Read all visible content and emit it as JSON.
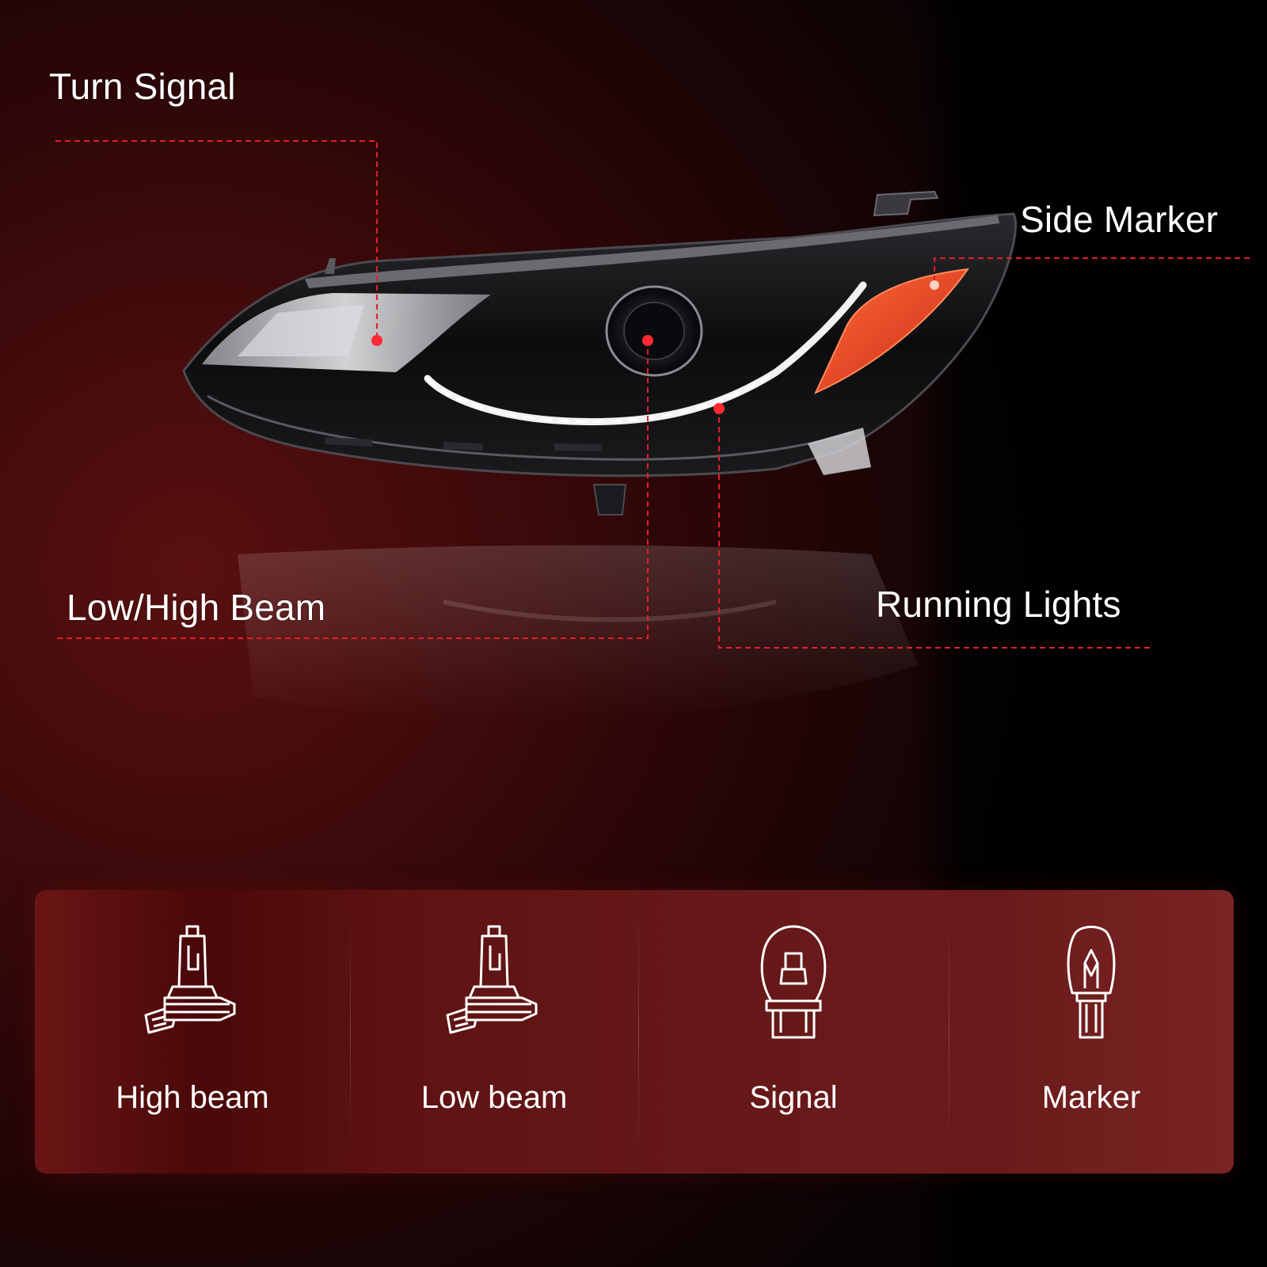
{
  "callouts": {
    "turn_signal": "Turn Signal",
    "side_marker": "Side Marker",
    "low_high_beam": "Low/High Beam",
    "running_lights": "Running Lights"
  },
  "bulbs": [
    {
      "label": "High beam",
      "icon": "h11-halogen-bulb-icon"
    },
    {
      "label": "Low beam",
      "icon": "h11-halogen-bulb-icon"
    },
    {
      "label": "Signal",
      "icon": "wedge-bulb-icon"
    },
    {
      "label": "Marker",
      "icon": "mini-wedge-bulb-icon"
    }
  ],
  "colors": {
    "accent_red": "#e0202a",
    "amber_marker": "#e8442a",
    "panel_red": "#5e1212"
  }
}
